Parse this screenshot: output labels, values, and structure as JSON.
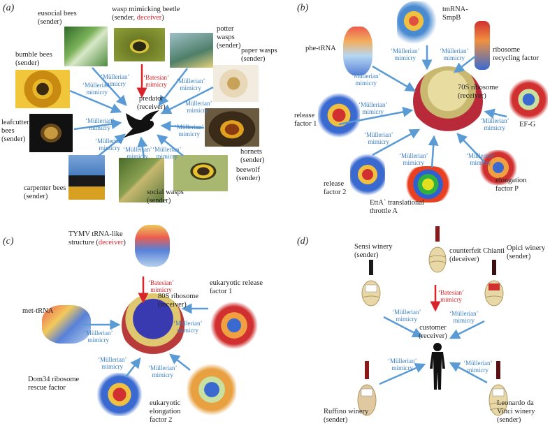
{
  "panels": {
    "a": {
      "label": "(a)",
      "receiver": "predator\n(receiver)",
      "senders": {
        "eusocial": "eusocial bees\n(sender)",
        "beetle_pre": "wasp mimicking beetle\n(sender, ",
        "beetle_dec": "deceiver",
        "beetle_post": ")",
        "potter": "potter\nwasps\n(sender)",
        "paper": "paper wasps\n(sender)",
        "bumble": "bumble bees\n(sender)",
        "leafcutter": "leafcutter\nbees\n(sender)",
        "hornets": "hornets\n(sender)",
        "carpenter": "carpenter bees\n(sender)",
        "social": "social wasps\n(sender)",
        "beewolf": "beewolf\n(sender)"
      },
      "mullerian": "‘Müllerian’\nmimicry",
      "batesian": "‘Batesian’\nmimicry"
    },
    "b": {
      "label": "(b)",
      "receiver": "70S ribosome\n(receiver)",
      "senders": {
        "tmrna": "tmRNA-\nSmpB",
        "phe": "phe-tRNA",
        "rrf": "ribosome\nrecycling factor",
        "rf1": "release\nfactor 1",
        "efg": "EF-G",
        "rf2": "release\nfactor 2",
        "efp": "elongation\nfactor P",
        "etta": "EttA` translational\nthrottle A"
      },
      "mullerian": "‘Müllerian’\nmimicry"
    },
    "c": {
      "label": "(c)",
      "receiver": "80S ribosome\n(receiver)",
      "senders": {
        "tymv_pre": "TYMV tRNA-like\nstructure (",
        "tymv_dec": "deceiver",
        "tymv_post": ")",
        "erf1": "eukaryotic release\nfactor 1",
        "met": "met-tRNA",
        "dom34": "Dom34 ribosome\nrescue factor",
        "eef2": "eukaryotic\nelongation\nfactor 2"
      },
      "mullerian": "‘Müllerian’\nmimicry",
      "batesian": "‘Batesian’\nmimicry"
    },
    "d": {
      "label": "(d)",
      "receiver": "customer\n(receiver)",
      "senders": {
        "counterfeit": "counterfeit Chianti\n(deceiver)",
        "sensi": "Sensi winery\n(sender)",
        "opici": "Opici winery\n(sender)",
        "ruffino": "Ruffino winery\n(sender)",
        "leonardo": "Leonardo da\nVinci winery\n(sender)"
      },
      "mullerian": "‘Müllerian’\nmimicry",
      "batesian": "‘Batesian’\nmimicry"
    }
  },
  "colors": {
    "mullerian_arrow": "#5b9bd5",
    "batesian_arrow": "#d9232b",
    "mullerian_text": "#3a7fc4"
  }
}
